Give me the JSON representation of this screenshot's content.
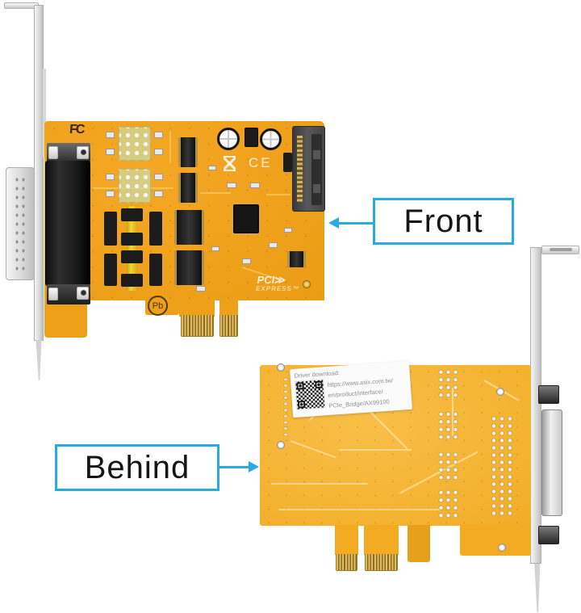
{
  "scene": {
    "background": "#ffffff",
    "callout_accent": "#29abe2"
  },
  "callouts": {
    "front": {
      "label": "Front"
    },
    "behind": {
      "label": "Behind"
    }
  },
  "front_card": {
    "description": "PCIe x1 parallel-port card, component side",
    "markings": {
      "fcc": "FC",
      "ce": "CE",
      "pci_logo_top": "PCI≫",
      "pci_logo_bottom": "EXPRESS™",
      "pb_free": "Pb"
    },
    "colors": {
      "pcb": "#f0a11f",
      "jumper_yellow": "#f2c81e",
      "gold_fingers": "#d4a93c",
      "connector_black": "#1d1d1d",
      "bracket_silver": "#dedede"
    }
  },
  "back_card": {
    "description": "PCIe x1 card, solder side",
    "sticker": {
      "title": "Driver download:",
      "url_line1": "https://www.asix.com.tw/",
      "url_line2": "en/product/interface/",
      "url_line3": "PCIe_Bridge/AX99100"
    },
    "colors": {
      "pcb": "#f6b52e"
    }
  }
}
